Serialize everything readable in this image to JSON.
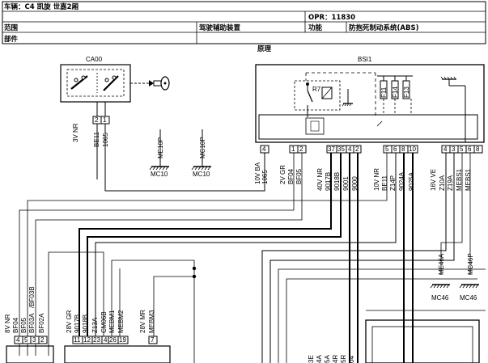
{
  "header": {
    "vehicle": "车辆：C4 凯旋 世嘉2厢",
    "opr": "OPR：11830",
    "range_label": "范围",
    "system": "驾驶辅助装置",
    "function_label": "功能",
    "function_value": "防抱死制动系统(ABS)",
    "component_label": "部件"
  },
  "diagram": {
    "principle_title": "原理",
    "ca00": {
      "name": "CA00",
      "pins": [
        "2",
        "1"
      ],
      "wire_labels": [
        "3V NR",
        "BE11",
        "1065"
      ]
    },
    "bsi": {
      "name": "BSI1",
      "relay": "R7",
      "fuses": [
        "F11",
        "F14",
        "F13"
      ],
      "pin_groups": [
        {
          "pins": [
            "4"
          ],
          "labels": [
            "10V BA",
            "1065"
          ]
        },
        {
          "pins": [
            "1",
            "2"
          ],
          "labels": [
            "2V GR",
            "BF04",
            "BF05"
          ]
        },
        {
          "pins": [
            "37",
            "35",
            "4",
            "2"
          ],
          "labels": [
            "40V NR",
            "9017B",
            "9018B",
            "9001",
            "9000"
          ]
        },
        {
          "pins": [
            "5",
            "6",
            "8",
            "10"
          ],
          "labels": [
            "10V NR",
            "BE11",
            "Z14P",
            "9024A",
            "9025A"
          ]
        },
        {
          "pins": [
            "4",
            "3",
            "5",
            "6",
            "8"
          ],
          "labels": [
            "16V VE",
            "Z10A",
            "Z19A",
            "MEBS1",
            "MEBS1"
          ]
        }
      ]
    },
    "grounds_top": [
      {
        "wire": "ME10P",
        "node": "MC10"
      },
      {
        "wire": "MC10P",
        "node": "MC10"
      }
    ],
    "grounds_right": [
      {
        "wire": "ME46A",
        "node": "MC46"
      },
      {
        "wire": "MC46P",
        "node": "MC46"
      }
    ],
    "bottom_left_group": {
      "labels": [
        "8V NR",
        "BF04",
        "BF05",
        "BF03A",
        "/BF03B",
        "BF02A"
      ],
      "pins": [
        "4",
        "5",
        "3",
        "2"
      ]
    },
    "bottom_mid_group": {
      "labels": [
        "28V GR",
        "9017B",
        "9018B",
        "Z13A",
        "CM06B",
        "MEBM1",
        "MEBM2"
      ],
      "pins": [
        "11",
        "12",
        "23",
        "4",
        "26",
        "19"
      ]
    },
    "bottom_mid_group2": {
      "labels": [
        "28V MR",
        "MEBM3"
      ],
      "pins": [
        "7"
      ]
    },
    "bottom_right_partial": [
      "3E",
      "4A",
      "5A",
      "4R",
      "5R",
      "04"
    ]
  }
}
